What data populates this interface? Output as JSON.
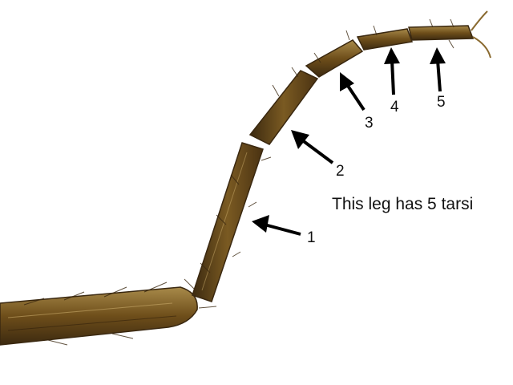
{
  "caption": "This leg has 5 tarsi",
  "labels": {
    "one": "1",
    "two": "2",
    "three": "3",
    "four": "4",
    "five": "5"
  },
  "colors": {
    "leg_dark": "#4a3212",
    "leg_mid": "#7a5a22",
    "leg_light": "#a88a4a",
    "arrow": "#000000"
  }
}
